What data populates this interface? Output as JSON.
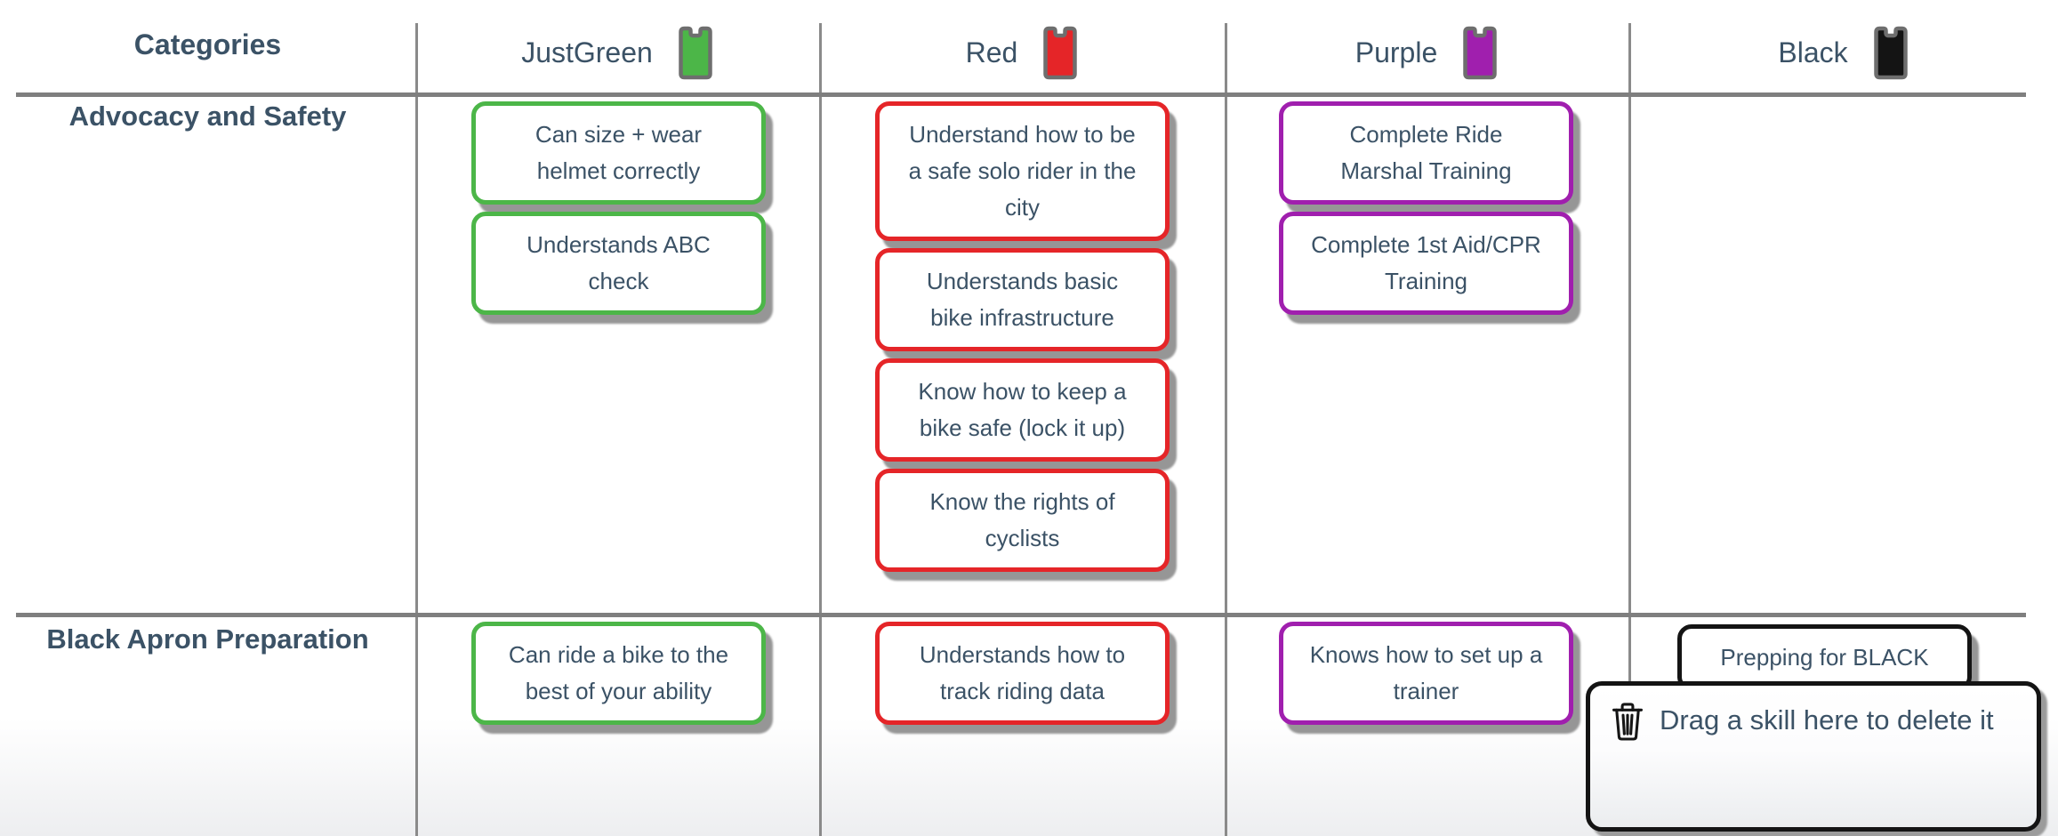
{
  "header": {
    "categories_label": "Categories",
    "levels": [
      {
        "label": "JustGreen",
        "color": "#4cb648"
      },
      {
        "label": "Red",
        "color": "#e52528"
      },
      {
        "label": "Purple",
        "color": "#a01fae"
      },
      {
        "label": "Black",
        "color": "#141414"
      }
    ]
  },
  "rows": [
    {
      "title": "Advocacy and Safety",
      "cards": {
        "justgreen": [
          "Can size + wear helmet correctly",
          "Understands ABC check"
        ],
        "red": [
          "Understand how to be a safe solo rider in the city",
          "Understands basic bike infrastructure",
          "Know how to keep a bike safe (lock it up)",
          "Know the rights of cyclists"
        ],
        "purple": [
          "Complete Ride Marshal Training",
          "Complete 1st Aid/CPR Training"
        ],
        "black": []
      }
    },
    {
      "title": "Black Apron Preparation",
      "cards": {
        "justgreen": [
          "Can ride a bike to the best of your ability"
        ],
        "red": [
          "Understands how to track riding data"
        ],
        "purple": [
          "Knows how to set up a trainer"
        ],
        "black": [
          "Prepping for BLACK"
        ]
      }
    }
  ],
  "delete_zone": {
    "label": "Drag a skill here to delete it",
    "icon": "trash-icon"
  },
  "colors": {
    "text": "#3b5266",
    "grid_line_vertical": "#8a8a8a",
    "grid_line_horizontal": "#7f7f7f",
    "card_shadow": "#969696",
    "green": "#4cb648",
    "red": "#e52528",
    "purple": "#a01fae",
    "black": "#141414",
    "apron_outline": "#6e6e6e",
    "background_bottom": "#edeef0"
  }
}
